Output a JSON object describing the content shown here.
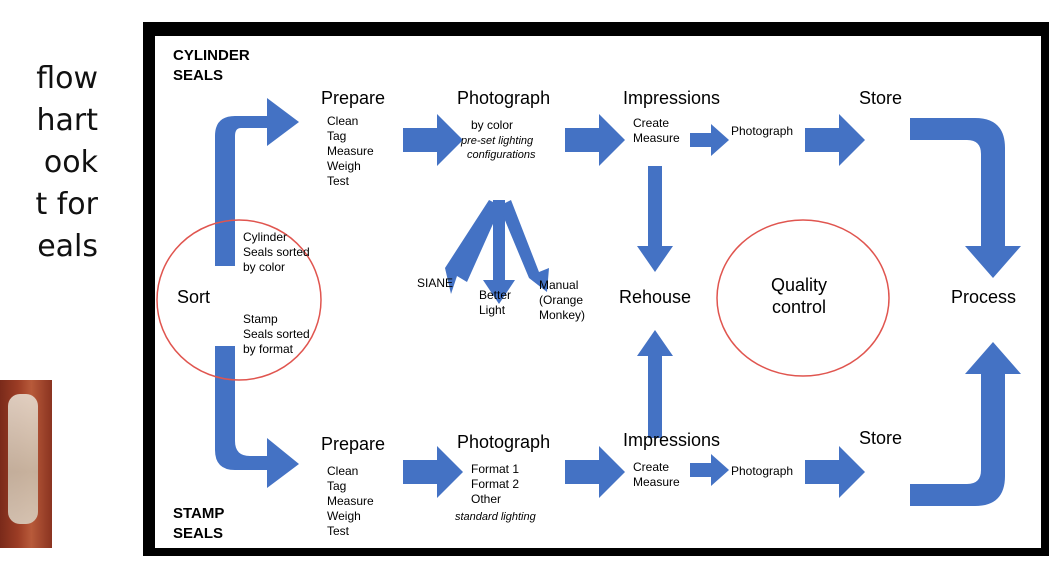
{
  "side": {
    "title_lines": [
      "flow",
      "hart",
      "ook",
      "t for",
      "eals"
    ]
  },
  "diagram": {
    "cylinder_label": [
      "CYLINDER",
      "SEALS"
    ],
    "stamp_label": [
      "STAMP",
      "SEALS"
    ],
    "sort": {
      "title": "Sort",
      "cylinder_note": [
        "Cylinder",
        "Seals sorted",
        "by color"
      ],
      "stamp_note": [
        "Stamp",
        "Seals sorted",
        "by format"
      ]
    },
    "top": {
      "prepare": {
        "title": "Prepare",
        "steps": [
          "Clean",
          "Tag",
          "Measure",
          "Weigh",
          "Test"
        ]
      },
      "photograph": {
        "title": "Photograph",
        "subtitle": "by color",
        "note": [
          "pre-set lighting",
          "configurations"
        ]
      },
      "impressions": {
        "title": "Impressions",
        "steps": [
          "Create",
          "Measure"
        ],
        "photo": "Photograph"
      },
      "store": "Store"
    },
    "lighting": {
      "siane": "SIANE",
      "better_light": [
        "Better",
        "Light"
      ],
      "manual": [
        "Manual",
        "(Orange",
        "Monkey)"
      ]
    },
    "middle": {
      "rehouse": "Rehouse",
      "quality": [
        "Quality",
        "control"
      ],
      "process": "Process"
    },
    "bottom": {
      "prepare": {
        "title": "Prepare",
        "steps": [
          "Clean",
          "Tag",
          "Measure",
          "Weigh",
          "Test"
        ]
      },
      "photograph": {
        "title": "Photograph",
        "formats": [
          "Format 1",
          "Format 2",
          "Other"
        ],
        "note": "standard lighting"
      },
      "impressions": {
        "title": "Impressions",
        "steps": [
          "Create",
          "Measure"
        ],
        "photo": "Photograph"
      },
      "store": "Store"
    }
  },
  "colors": {
    "arrow": "#4472c4",
    "circle": "#e0554f",
    "frame": "#000000"
  }
}
